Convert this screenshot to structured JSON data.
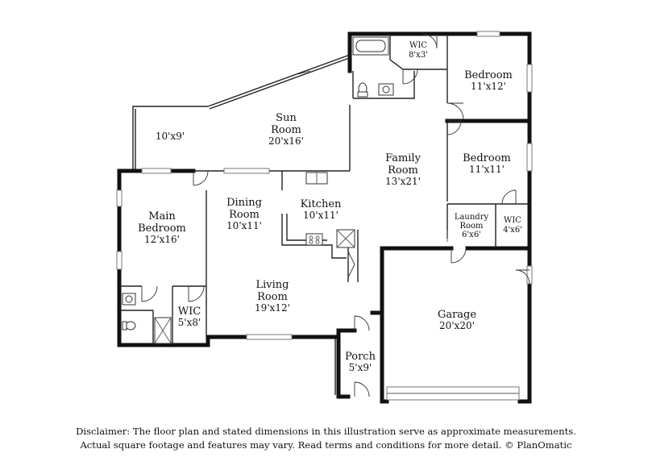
{
  "rooms": {
    "bath_wic": {
      "name": "WIC",
      "dim": "8'x3'"
    },
    "bedroom_upper": {
      "name": "Bedroom",
      "dim": "11'x12'"
    },
    "sun_room": {
      "name_line1": "Sun",
      "name_line2": "Room",
      "dim": "20'x16'"
    },
    "sun_side": {
      "dim": "10'x9'"
    },
    "family_room": {
      "name_line1": "Family",
      "name_line2": "Room",
      "dim": "13'x21'"
    },
    "bedroom_lower": {
      "name": "Bedroom",
      "dim": "11'x11'"
    },
    "main_bedroom": {
      "name_line1": "Main",
      "name_line2": "Bedroom",
      "dim": "12'x16'"
    },
    "dining_room": {
      "name_line1": "Dining",
      "name_line2": "Room",
      "dim": "10'x11'"
    },
    "kitchen": {
      "name": "Kitchen",
      "dim": "10'x11'"
    },
    "laundry_room": {
      "name_line1": "Laundry",
      "name_line2": "Room",
      "dim": "6'x6'"
    },
    "wic_right": {
      "name": "WIC",
      "dim": "4'x6'"
    },
    "living_room": {
      "name_line1": "Living",
      "name_line2": "Room",
      "dim": "19'x12'"
    },
    "wic_main": {
      "name": "WIC",
      "dim": "5'x8'"
    },
    "garage": {
      "name": "Garage",
      "dim": "20'x20'"
    },
    "porch": {
      "name": "Porch",
      "dim": "5'x9'"
    }
  },
  "disclaimer": {
    "line1": "Disclaimer: The floor plan and stated dimensions in this illustration serve as approximate measurements.",
    "line2": "Actual square footage and features may vary. Read terms and conditions for more detail. © PlanOmatic"
  }
}
